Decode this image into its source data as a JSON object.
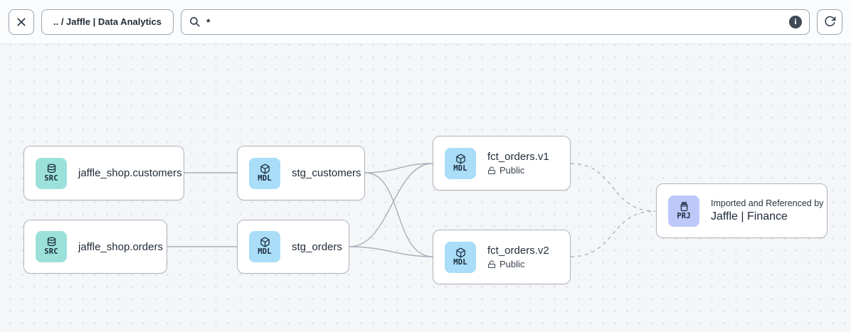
{
  "toolbar": {
    "breadcrumb": ".. / Jaffle | Data Analytics",
    "search_value": "*",
    "info_glyph": "i"
  },
  "graph": {
    "nodes": [
      {
        "id": "src_jaffle_shop_customers",
        "kind": "SRC",
        "icon": "database-icon",
        "title": "jaffle_shop.customers"
      },
      {
        "id": "src_jaffle_shop_orders",
        "kind": "SRC",
        "icon": "database-icon",
        "title": "jaffle_shop.orders"
      },
      {
        "id": "mdl_stg_customers",
        "kind": "MDL",
        "icon": "cube-icon",
        "title": "stg_customers"
      },
      {
        "id": "mdl_stg_orders",
        "kind": "MDL",
        "icon": "cube-icon",
        "title": "stg_orders"
      },
      {
        "id": "mdl_fct_orders_v1",
        "kind": "MDL",
        "icon": "cube-icon",
        "title": "fct_orders.v1",
        "access": "Public"
      },
      {
        "id": "mdl_fct_orders_v2",
        "kind": "MDL",
        "icon": "cube-icon",
        "title": "fct_orders.v2",
        "access": "Public"
      },
      {
        "id": "prj_jaffle_finance",
        "kind": "PRJ",
        "icon": "project-jar-icon",
        "subtitle": "Imported and Referenced by",
        "title": "Jaffle | Finance"
      }
    ],
    "edges": [
      {
        "from": "src_jaffle_shop_customers",
        "to": "mdl_stg_customers",
        "style": "solid"
      },
      {
        "from": "src_jaffle_shop_orders",
        "to": "mdl_stg_orders",
        "style": "solid"
      },
      {
        "from": "mdl_stg_customers",
        "to": "mdl_fct_orders_v1",
        "style": "solid"
      },
      {
        "from": "mdl_stg_customers",
        "to": "mdl_fct_orders_v2",
        "style": "solid"
      },
      {
        "from": "mdl_stg_orders",
        "to": "mdl_fct_orders_v1",
        "style": "solid"
      },
      {
        "from": "mdl_stg_orders",
        "to": "mdl_fct_orders_v2",
        "style": "solid"
      },
      {
        "from": "mdl_fct_orders_v1",
        "to": "prj_jaffle_finance",
        "style": "dashed"
      },
      {
        "from": "mdl_fct_orders_v2",
        "to": "prj_jaffle_finance",
        "style": "dashed"
      }
    ]
  },
  "colors": {
    "src_badge_bg": "#9ce1d9",
    "mdl_badge_bg": "#a9ddf8",
    "prj_badge_bg": "#bdc9f9",
    "edge": "#a8afb9",
    "node_border": "#aeb5bd",
    "canvas_bg": "#f5f6f8",
    "toolbar_bg": "#fbfcfd",
    "icon_ink": "#2f3a48"
  }
}
